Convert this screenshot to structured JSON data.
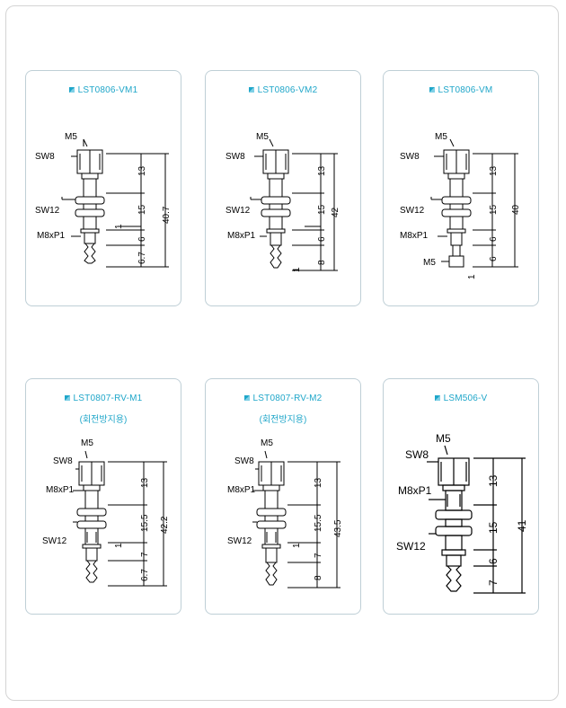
{
  "cards": [
    {
      "title": "LST0806-VM1",
      "subtitle": "",
      "labels": {
        "m5": "M5",
        "sw8": "SW8",
        "sw12": "SW12",
        "m8": "M8xP1"
      },
      "dims": {
        "d1": "13",
        "d2": "15",
        "d3": "1",
        "d4": "6",
        "d5": "6.7",
        "total": "40.7"
      }
    },
    {
      "title": "LST0806-VM2",
      "subtitle": "",
      "labels": {
        "m5": "M5",
        "sw8": "SW8",
        "sw12": "SW12",
        "m8": "M8xP1"
      },
      "dims": {
        "d1": "13",
        "d2": "15",
        "d3": "1",
        "d4": "6",
        "d5": "8",
        "total": "42"
      }
    },
    {
      "title": "LST0806-VM",
      "subtitle": "",
      "labels": {
        "m5": "M5",
        "sw8": "SW8",
        "sw12": "SW12",
        "m8": "M8xP1",
        "m5b": "M5"
      },
      "dims": {
        "d1": "13",
        "d2": "15",
        "d3": "1",
        "d4": "6",
        "d5": "6",
        "total": "40"
      }
    },
    {
      "title": "LST0807-RV-M1",
      "subtitle": "(회전방지용)",
      "labels": {
        "m5": "M5",
        "sw8": "SW8",
        "sw12": "SW12",
        "m8": "M8xP1"
      },
      "dims": {
        "d1": "13",
        "d2": "15.5",
        "d3": "1",
        "d4": "7",
        "d5": "6.7",
        "total": "42.2"
      }
    },
    {
      "title": "LST0807-RV-M2",
      "subtitle": "(회전방지용)",
      "labels": {
        "m5": "M5",
        "sw8": "SW8",
        "sw12": "SW12",
        "m8": "M8xP1"
      },
      "dims": {
        "d1": "13",
        "d2": "15.5",
        "d3": "1",
        "d4": "7",
        "d5": "8",
        "total": "43.5"
      }
    },
    {
      "title": "LSM506-V",
      "subtitle": "",
      "labels": {
        "m5": "M5",
        "sw8": "SW8",
        "sw12": "SW12",
        "m8": "M8xP1"
      },
      "dims": {
        "d1": "13",
        "d2": "15",
        "d4": "6",
        "d5": "7",
        "total": "41"
      }
    }
  ]
}
